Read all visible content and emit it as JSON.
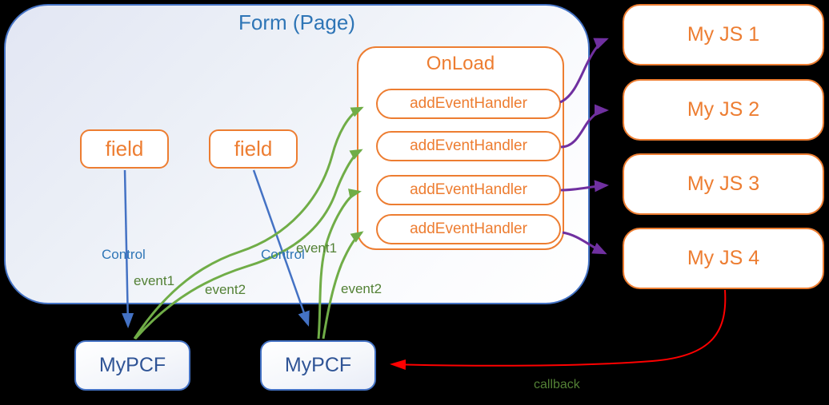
{
  "form": {
    "title": "Form (Page)"
  },
  "fields": [
    {
      "label": "field"
    },
    {
      "label": "field"
    }
  ],
  "onload": {
    "title": "OnLoad",
    "handlers": [
      {
        "label": "addEventHandler"
      },
      {
        "label": "addEventHandler"
      },
      {
        "label": "addEventHandler"
      },
      {
        "label": "addEventHandler"
      }
    ]
  },
  "my_js": [
    {
      "label": "My JS 1"
    },
    {
      "label": "My JS 2"
    },
    {
      "label": "My JS 3"
    },
    {
      "label": "My JS 4"
    }
  ],
  "pcf": [
    {
      "label": "MyPCF"
    },
    {
      "label": "MyPCF"
    }
  ],
  "edge_labels": {
    "control_1": "Control",
    "event1_1": "event1",
    "event2_1": "event2",
    "control_2": "Control",
    "event1_2": "event1",
    "event2_2": "event2",
    "callback": "callback"
  },
  "colors": {
    "orange": "#ED7D31",
    "blue": "#4472C4",
    "title_blue": "#2E75B6",
    "pcf_text": "#2F5496",
    "green_line": "#70AD47",
    "green_label": "#538135",
    "purple": "#7030A0",
    "red": "#FF0000",
    "background": "#000000"
  }
}
